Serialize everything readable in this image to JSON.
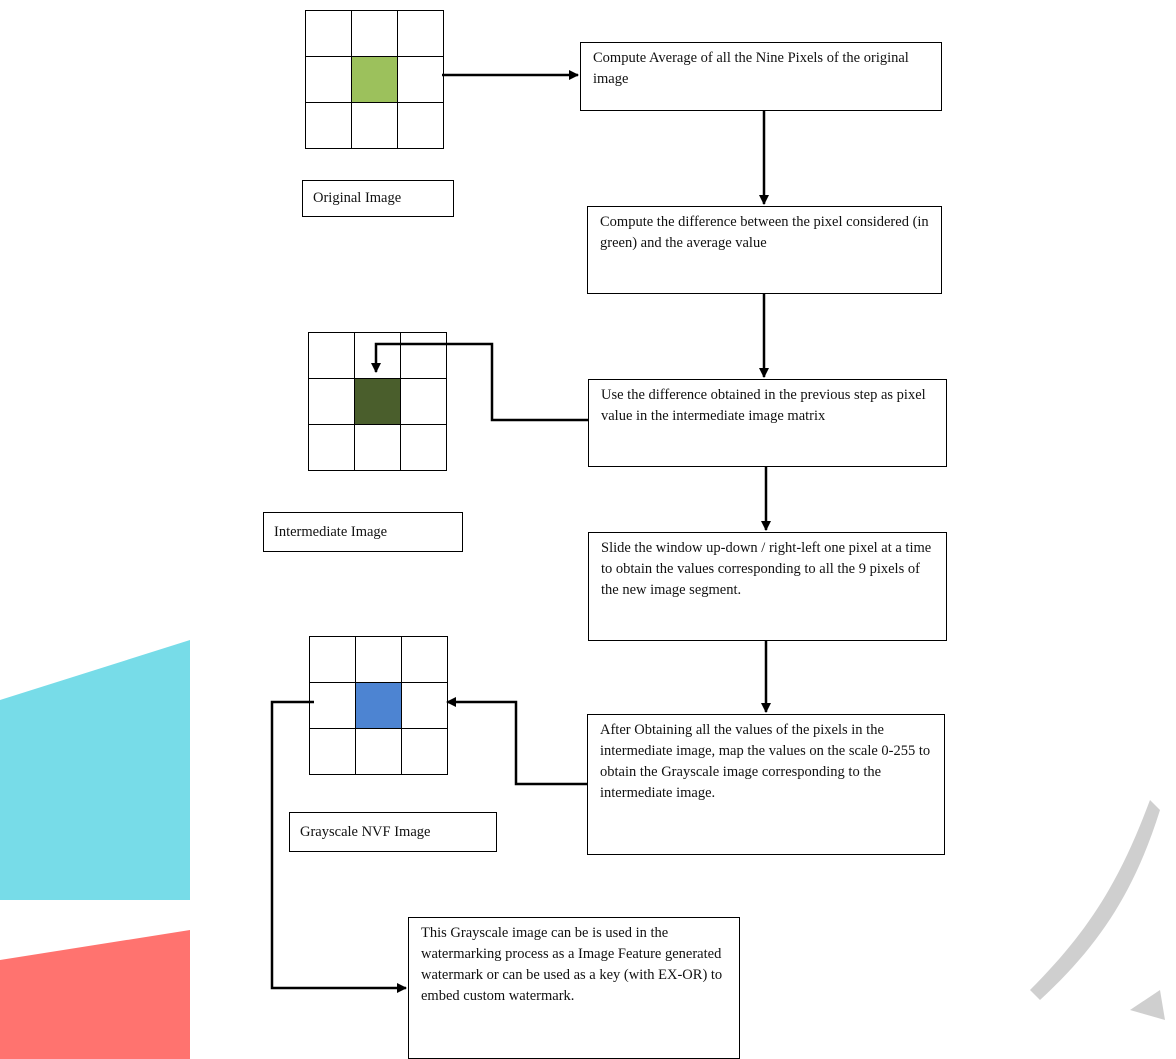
{
  "colors": {
    "original_center": "#9cc15c",
    "intermediate_center": "#4a5e2c",
    "grayscale_center": "#4d84d2",
    "watermark_cyan": "#5fd6e4",
    "watermark_red": "#ff5b56",
    "watermark_grey": "#cfcfcf"
  },
  "grids": {
    "original": {
      "label": "Original Image"
    },
    "intermediate": {
      "label": "Intermediate  Image"
    },
    "grayscale": {
      "label": "Grayscale NVF  Image"
    }
  },
  "steps": [
    {
      "text": "Compute Average of all the Nine Pixels of the original image"
    },
    {
      "text": "Compute the difference between the pixel considered (in green) and the average value"
    },
    {
      "text": "Use the difference obtained in the previous step as pixel value in the intermediate image matrix"
    },
    {
      "text": "Slide the window up-down / right-left one pixel at a time to obtain the values corresponding to all the 9 pixels of the new image segment."
    },
    {
      "text": "After Obtaining all the values of the pixels in the intermediate image, map the values on the scale 0-255 to obtain the Grayscale image corresponding to the intermediate image."
    },
    {
      "text": "This Grayscale image can be is used in the watermarking process as a Image Feature generated watermark or can be used as a key (with EX-OR) to embed custom watermark."
    }
  ]
}
